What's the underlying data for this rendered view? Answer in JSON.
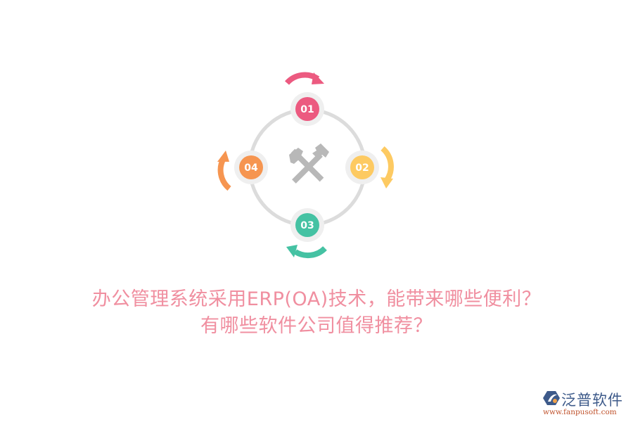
{
  "diagram": {
    "center_icon": "crossed-hammers-icon",
    "ring_color": "#dcdcdc",
    "nodes": [
      {
        "label": "01",
        "color": "#ec5a80",
        "position": "top"
      },
      {
        "label": "02",
        "color": "#fdca62",
        "position": "right"
      },
      {
        "label": "03",
        "color": "#45c2a3",
        "position": "bottom"
      },
      {
        "label": "04",
        "color": "#f69550",
        "position": "left"
      }
    ]
  },
  "title": {
    "line1": "办公管理系统采用ERP(OA)技术，能带来哪些便利？",
    "line2": "有哪些软件公司值得推荐？",
    "color": "#f08fa0"
  },
  "logo": {
    "name": "泛普软件",
    "url": "www.fanpusoft.com"
  }
}
